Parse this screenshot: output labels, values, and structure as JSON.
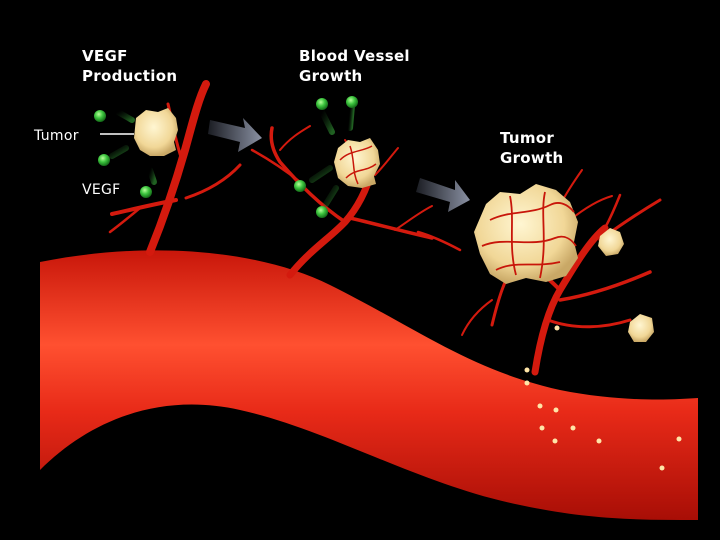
{
  "labels": {
    "vegf_production": "VEGF\nProduction",
    "blood_vessel_growth": "Blood Vessel\nGrowth",
    "tumor_growth": "Tumor\nGrowth",
    "tumor": "Tumor",
    "vegf": "VEGF"
  },
  "colors": {
    "background": "#000000",
    "vessel": "#d81e10",
    "vessel_highlight": "#ff4a2e",
    "tumor": "#f5e2a8",
    "vegf_particle": "#39c43c",
    "arrow": "#6e7585"
  }
}
